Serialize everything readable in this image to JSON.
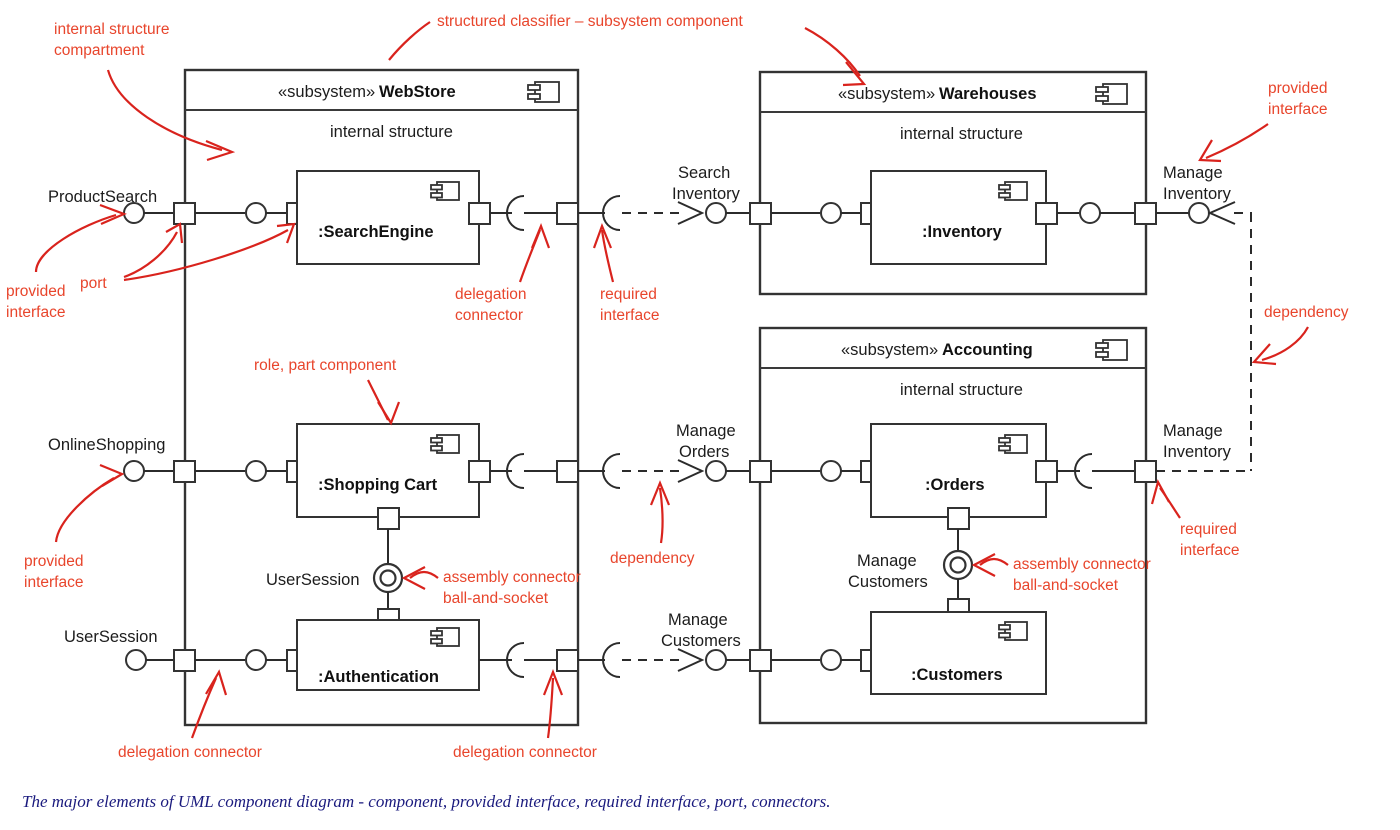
{
  "diagram": {
    "title": "UML component diagram",
    "caption": "The major elements of UML component diagram - component, provided interface, required interface, port, connectors.",
    "colors": {
      "annotation": "#e8452c",
      "arrow": "#d9231d",
      "line": "#2b2b2b",
      "box": "#3a3a3a",
      "caption": "#1a1a7e"
    },
    "stereotype": "«subsystem»",
    "compartment_label": "internal structure"
  },
  "subsystems": [
    {
      "id": "webstore",
      "stereotype": "«subsystem»",
      "name": "WebStore",
      "compartment": "internal structure"
    },
    {
      "id": "warehouses",
      "stereotype": "«subsystem»",
      "name": "Warehouses",
      "compartment": "internal structure"
    },
    {
      "id": "accounting",
      "stereotype": "«subsystem»",
      "name": "Accounting",
      "compartment": "internal structure"
    }
  ],
  "components": [
    {
      "id": "searchengine",
      "name": ":SearchEngine",
      "parent": "webstore"
    },
    {
      "id": "shoppingcart",
      "name": ":Shopping Cart",
      "parent": "webstore"
    },
    {
      "id": "authentication",
      "name": ":Authentication",
      "parent": "webstore"
    },
    {
      "id": "inventory",
      "name": ":Inventory",
      "parent": "warehouses"
    },
    {
      "id": "orders",
      "name": ":Orders",
      "parent": "accounting"
    },
    {
      "id": "customers",
      "name": ":Customers",
      "parent": "accounting"
    }
  ],
  "interfaces": [
    {
      "id": "productsearch",
      "label": "ProductSearch",
      "kind": "provided"
    },
    {
      "id": "onlineshopping",
      "label": "OnlineShopping",
      "kind": "provided"
    },
    {
      "id": "usersession-left",
      "label": "UserSession",
      "kind": "provided"
    },
    {
      "id": "usersession-ball",
      "label": "UserSession",
      "kind": "assembly"
    },
    {
      "id": "searchinventory",
      "label": "Search Inventory",
      "kind": "provided"
    },
    {
      "id": "manageorders",
      "label": "Manage Orders",
      "kind": "provided"
    },
    {
      "id": "managecustomers-mid",
      "label": "Manage Customers",
      "kind": "provided"
    },
    {
      "id": "managecustomers-ball",
      "label": "Manage Customers",
      "kind": "assembly"
    },
    {
      "id": "manageinventory-top",
      "label": "Manage Inventory",
      "kind": "required"
    },
    {
      "id": "manageinventory-mid",
      "label": "Manage Inventory",
      "kind": "required"
    }
  ],
  "interface_labels": {
    "productsearch": "ProductSearch",
    "onlineshopping": "OnlineShopping",
    "usersession_left": "UserSession",
    "usersession_ball": "UserSession",
    "search_inventory_1": "Search",
    "search_inventory_2": "Inventory",
    "manage_orders_1": "Manage",
    "manage_orders_2": "Orders",
    "manage_customers_mid_1": "Manage",
    "manage_customers_mid_2": "Customers",
    "manage_customers_ball_1": "Manage",
    "manage_customers_ball_2": "Customers",
    "manage_inventory_top_1": "Manage",
    "manage_inventory_top_2": "Inventory",
    "manage_inventory_mid_1": "Manage",
    "manage_inventory_mid_2": "Inventory"
  },
  "annotations": [
    {
      "id": "internal-structure-compartment",
      "line1": "internal structure",
      "line2": "compartment"
    },
    {
      "id": "structured-classifier",
      "line1": "structured classifier – subsystem component",
      "line2": ""
    },
    {
      "id": "provided-interface-top",
      "line1": "provided",
      "line2": "interface"
    },
    {
      "id": "provided-interface-right",
      "line1": "provided",
      "line2": "interface"
    },
    {
      "id": "port",
      "line1": "port",
      "line2": ""
    },
    {
      "id": "delegation-connector-top",
      "line1": "delegation",
      "line2": "connector"
    },
    {
      "id": "required-interface-top",
      "line1": "required",
      "line2": "interface"
    },
    {
      "id": "dependency-right",
      "line1": "dependency",
      "line2": ""
    },
    {
      "id": "role-part-component",
      "line1": "role, part component",
      "line2": ""
    },
    {
      "id": "provided-interface-mid",
      "line1": "provided",
      "line2": "interface"
    },
    {
      "id": "assembly-connector-left",
      "line1": "assembly connector",
      "line2": "ball-and-socket"
    },
    {
      "id": "assembly-connector-right",
      "line1": "assembly connector",
      "line2": "ball-and-socket"
    },
    {
      "id": "dependency-mid",
      "line1": "dependency",
      "line2": ""
    },
    {
      "id": "required-interface-right",
      "line1": "required",
      "line2": "interface"
    },
    {
      "id": "delegation-connector-bottom-left",
      "line1": "delegation connector",
      "line2": ""
    },
    {
      "id": "delegation-connector-bottom-mid",
      "line1": "delegation connector",
      "line2": ""
    }
  ]
}
